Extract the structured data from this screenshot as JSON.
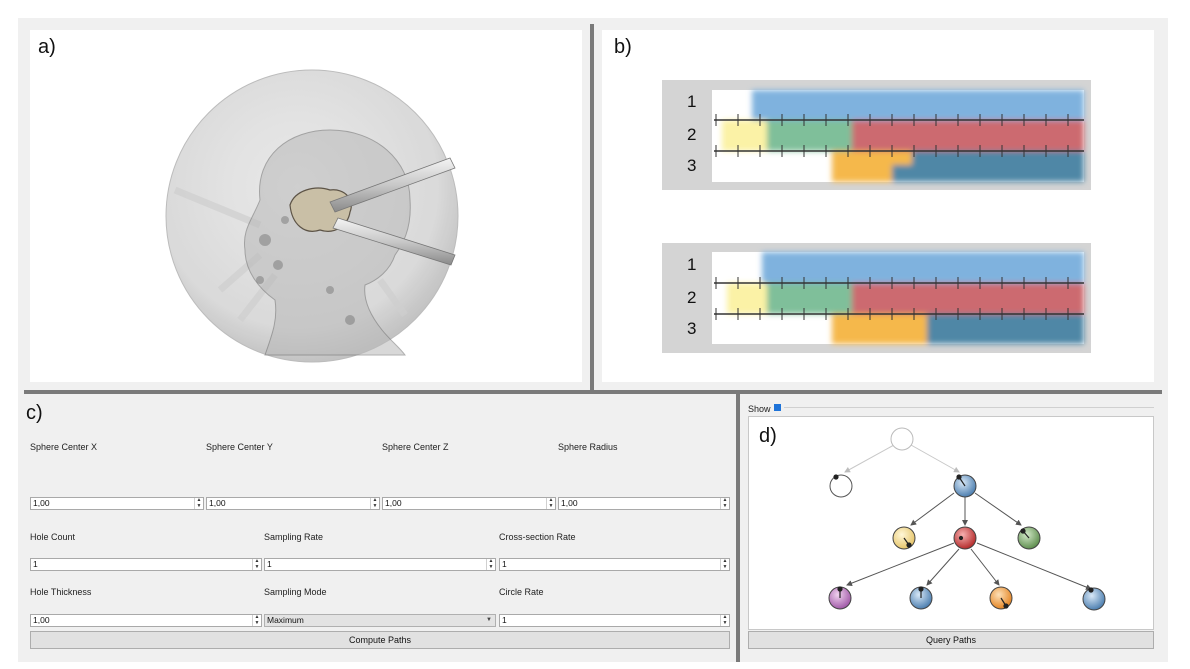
{
  "panels": {
    "a": {
      "label": "a)"
    },
    "b": {
      "label": "b)",
      "rows": [
        "1",
        "2",
        "3"
      ]
    },
    "c": {
      "label": "c)"
    },
    "d": {
      "label": "d)"
    }
  },
  "controls": {
    "sphere_center_x": {
      "label": "Sphere Center X",
      "value": "1,00"
    },
    "sphere_center_y": {
      "label": "Sphere Center Y",
      "value": "1,00"
    },
    "sphere_center_z": {
      "label": "Sphere Center Z",
      "value": "1,00"
    },
    "sphere_radius": {
      "label": "Sphere Radius",
      "value": "1,00"
    },
    "hole_count": {
      "label": "Hole Count",
      "value": "1"
    },
    "sampling_rate": {
      "label": "Sampling Rate",
      "value": "1"
    },
    "cross_section_rate": {
      "label": "Cross-section Rate",
      "value": "1"
    },
    "hole_thickness": {
      "label": "Hole Thickness",
      "value": "1,00"
    },
    "sampling_mode": {
      "label": "Sampling Mode",
      "value": "Maximum"
    },
    "circle_rate": {
      "label": "Circle Rate",
      "value": "1"
    },
    "compute_button": "Compute Paths"
  },
  "tree_view": {
    "show_label": "Show",
    "query_button": "Query Paths"
  },
  "colors": {
    "blue": "#7fb2de",
    "red": "#cc6b70",
    "green": "#7fbf9a",
    "yellow": "#fbf2a6",
    "orange": "#f5b84c",
    "teal": "#4f87a6",
    "accent": "#1e73d8"
  }
}
